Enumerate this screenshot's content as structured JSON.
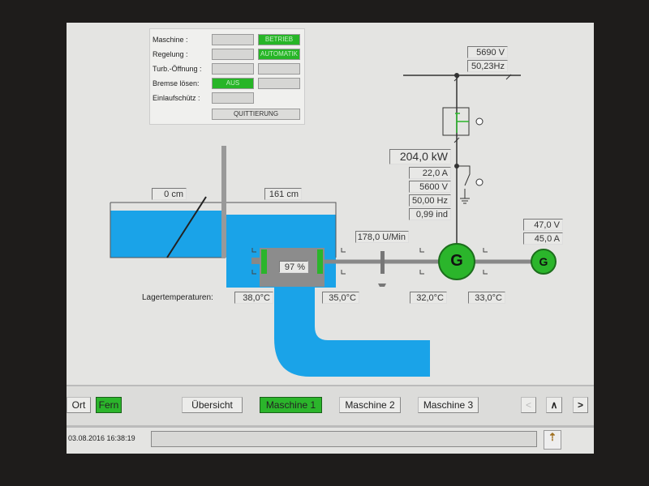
{
  "panel": {
    "rows": [
      {
        "label": "Maschine :",
        "left": "",
        "right": "BETRIEB",
        "right_active": true
      },
      {
        "label": "Regelung :",
        "left": "",
        "right": "AUTOMATIK",
        "right_active": true
      },
      {
        "label": "Turb.-Öffnung :",
        "left": "",
        "right": ""
      },
      {
        "label": "Bremse lösen:",
        "left": "AUS",
        "left_active": true,
        "right": ""
      },
      {
        "label": "Einlaufschütz :",
        "left": ""
      }
    ],
    "ack": "QUITTIERUNG"
  },
  "grid": {
    "voltage": "5690 V",
    "frequency": "50,23Hz"
  },
  "generator": {
    "power": "204,0 kW",
    "current": "22,0 A",
    "voltage": "5600 V",
    "frequency": "50,00 Hz",
    "pf": "0,99 ind",
    "symbol": "G"
  },
  "exciter": {
    "voltage": "47,0 V",
    "current": "45,0 A",
    "symbol": "G"
  },
  "turbine": {
    "speed": "178,0 U/Min",
    "opening": "97 %"
  },
  "levels": {
    "upper": "0 cm",
    "lower": "161 cm"
  },
  "bearings": {
    "label": "Lagertemperaturen:",
    "temps": [
      "38,0°C",
      "35,0°C",
      "32,0°C",
      "33,0°C"
    ]
  },
  "nav": {
    "ort": "Ort",
    "fern": "Fern",
    "tabs": [
      "Übersicht",
      "Maschine 1",
      "Maschine 2",
      "Maschine 3"
    ],
    "active": 1,
    "prev": "<",
    "up": "∧",
    "next": ">"
  },
  "status": {
    "datetime": "03.08.2016 16:38:19",
    "message": ""
  },
  "colors": {
    "water": "#1aa3e8",
    "active": "#27b527"
  }
}
